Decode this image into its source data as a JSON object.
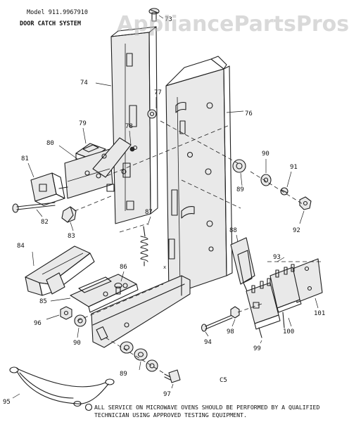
{
  "header": {
    "model_line": "Model 911.9967910",
    "section_title": "DOOR CATCH SYSTEM"
  },
  "watermark": "AppliancePartsPros.com",
  "parts": [
    {
      "id": "73",
      "label": "73"
    },
    {
      "id": "74",
      "label": "74"
    },
    {
      "id": "76",
      "label": "76"
    },
    {
      "id": "77",
      "label": "77"
    },
    {
      "id": "78",
      "label": "78"
    },
    {
      "id": "79",
      "label": "79"
    },
    {
      "id": "80",
      "label": "80"
    },
    {
      "id": "81",
      "label": "81"
    },
    {
      "id": "82",
      "label": "82"
    },
    {
      "id": "83",
      "label": "83"
    },
    {
      "id": "84",
      "label": "84"
    },
    {
      "id": "85",
      "label": "85"
    },
    {
      "id": "86",
      "label": "86"
    },
    {
      "id": "87",
      "label": "87"
    },
    {
      "id": "88",
      "label": "88"
    },
    {
      "id": "89",
      "label": "89"
    },
    {
      "id": "89b",
      "label": "89"
    },
    {
      "id": "90",
      "label": "90"
    },
    {
      "id": "90b",
      "label": "90"
    },
    {
      "id": "91",
      "label": "91"
    },
    {
      "id": "92",
      "label": "92"
    },
    {
      "id": "93",
      "label": "93"
    },
    {
      "id": "94",
      "label": "94"
    },
    {
      "id": "95",
      "label": "95"
    },
    {
      "id": "96",
      "label": "96"
    },
    {
      "id": "97",
      "label": "97"
    },
    {
      "id": "98",
      "label": "98"
    },
    {
      "id": "99",
      "label": "99"
    },
    {
      "id": "100",
      "label": "100"
    },
    {
      "id": "101",
      "label": "101"
    }
  ],
  "page_code": "C5",
  "footer_note": {
    "line1": "ALL SERVICE ON MICROWAVE OVENS SHOULD BE PERFORMED BY A QUALIFIED",
    "line2": "TECHNICIAN USING APPROVED TESTING EQUIPMENT."
  },
  "colors": {
    "line": "#1e1e1e",
    "watermark": "#b9b9b9",
    "background": "#ffffff"
  }
}
